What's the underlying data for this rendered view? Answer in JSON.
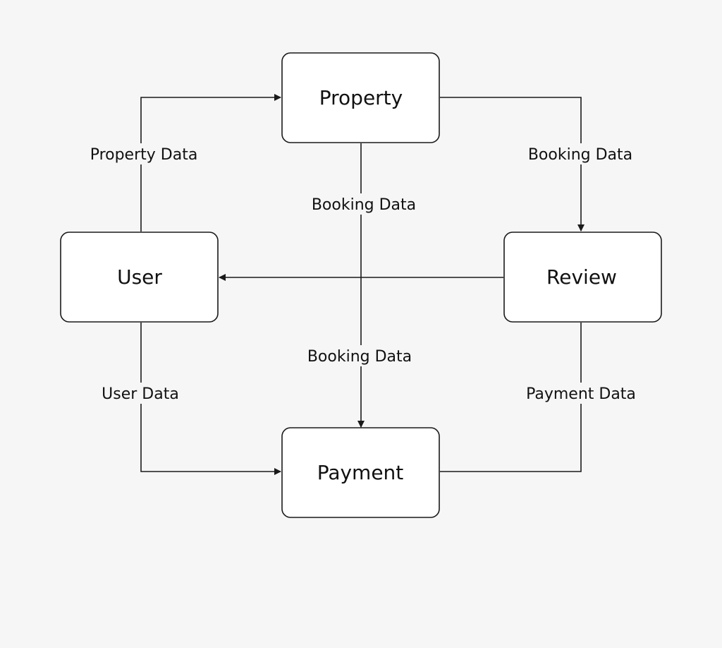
{
  "nodes": {
    "property": "Property",
    "user": "User",
    "review": "Review",
    "payment": "Payment"
  },
  "edges": {
    "user_to_property": "Property Data",
    "property_to_review": "Booking Data",
    "property_to_payment_upper": "Booking Data",
    "property_to_payment_lower": "Booking Data",
    "user_to_payment": "User Data",
    "review_to_payment": "Payment Data"
  },
  "colors": {
    "background": "#f6f6f6",
    "box_fill": "#ffffff",
    "stroke": "#1a1a1a"
  }
}
